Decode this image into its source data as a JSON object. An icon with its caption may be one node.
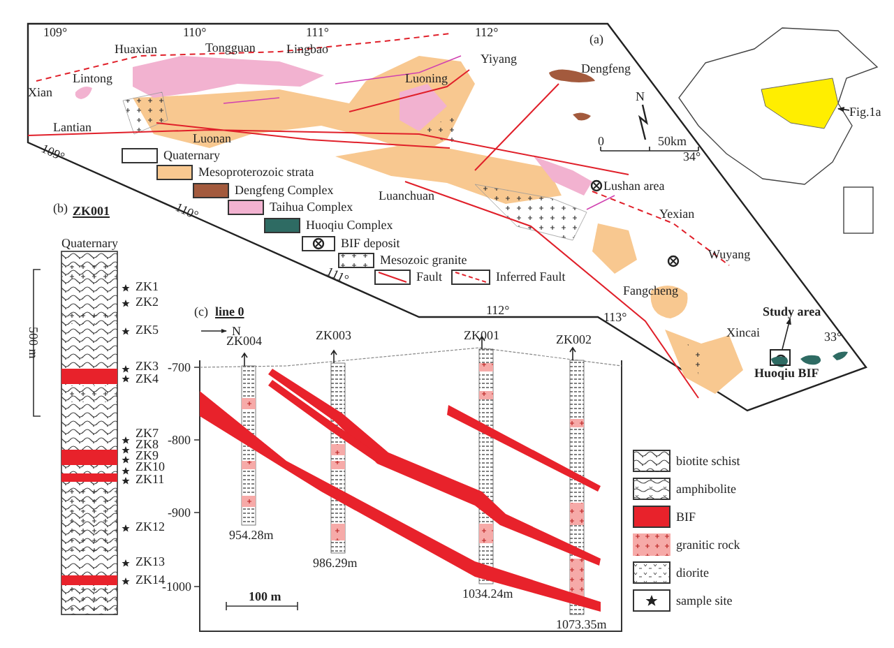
{
  "diagram": {
    "nodes": [
      {
        "text": [],
        "shape": "picture"
      },
      {
        "text": [
          "Fig.1a"
        ]
      },
      {
        "text": [
          "Study area"
        ]
      },
      {
        "text": [],
        "shape": "box"
      }
    ],
    "edges": [
      {
        "from": 1,
        "to": 0,
        "arrow": "to"
      },
      {
        "from": 3,
        "to": 2,
        "arrow": "to"
      }
    ],
    "labels": [
      "109°",
      "110°",
      "111°",
      "112°",
      "(a)",
      "Huaxian",
      "Tongguan",
      "Lingbao",
      "Yiyang",
      "Dengfeng",
      "Xian",
      "Lintong",
      "Luoning",
      "Lantian",
      "Luonan",
      "109°",
      "N",
      "0",
      "50km",
      "34°",
      "Luanchuan",
      "Lushan area",
      "110°",
      "Yexian",
      "Wuyang",
      "111°",
      "Fangcheng",
      "112°",
      "113°",
      "Xincai",
      "33°",
      "Huoqiu BIF",
      "(b)",
      "ZK001",
      "Quaternary",
      "500 m",
      "ZK1",
      "ZK2",
      "ZK5",
      "ZK3",
      "ZK4",
      "ZK7",
      "ZK8",
      "ZK9",
      "ZK10",
      "ZK11",
      "ZK12",
      "ZK13",
      "ZK14",
      "(c)",
      "line 0",
      "N",
      "-700",
      "-800",
      "-900",
      "-1000",
      "ZK004",
      "ZK003",
      "ZK001",
      "ZK002",
      "954.28m",
      "986.29m",
      "1034.24m",
      "1073.35m",
      "100 m"
    ],
    "legend": [
      {
        "text": "Quaternary",
        "color": "#ffffff"
      },
      {
        "text": "Mesoproterozoic strata",
        "color": "#f8c890"
      },
      {
        "text": "Dengfeng Complex",
        "color": "#a35a3d"
      },
      {
        "text": "Taihua Complex",
        "color": "#f2b2d0"
      },
      {
        "text": "Huoqiu Complex",
        "color": "#2e6b63"
      },
      {
        "text": "BIF deposit"
      },
      {
        "text": "Mesozoic granite"
      },
      {
        "text": "Fault"
      },
      {
        "text": "Inferred Fault"
      },
      {
        "text": "biotite schist"
      },
      {
        "text": "amphibolite"
      },
      {
        "text": "BIF",
        "color": "#e8222b"
      },
      {
        "text": "granitic rock"
      },
      {
        "text": "diorite"
      },
      {
        "text": "sample site"
      }
    ]
  }
}
